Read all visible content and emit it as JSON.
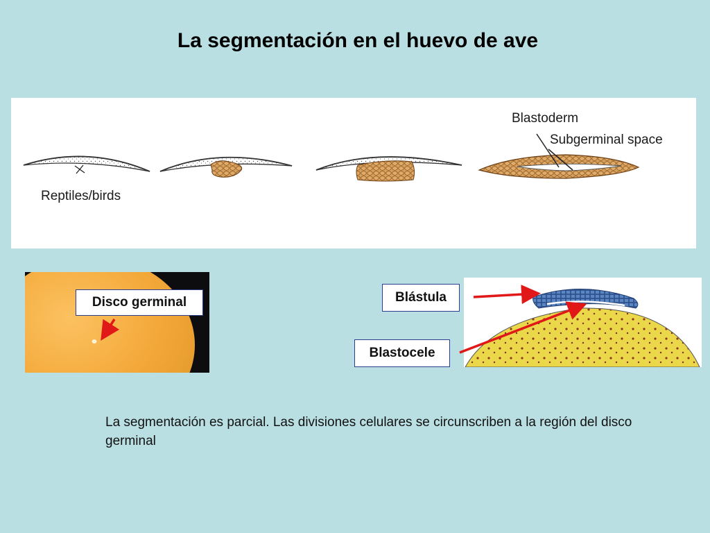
{
  "page": {
    "title": "La segmentación en el huevo de ave",
    "caption": "La segmentación es parcial. Las divisiones celulares se circunscriben a la región del disco germinal"
  },
  "top_figure": {
    "label_group": "Reptiles/birds",
    "label_blastoderm": "Blastoderm",
    "label_subgerminal": "Subgerminal space"
  },
  "left_figure": {
    "callout": "Disco germinal"
  },
  "right_figure": {
    "callout_blastula": "Blástula",
    "callout_blastocele": "Blastocele"
  },
  "colors": {
    "background": "#b9dfe3",
    "cells": "#d9a05a",
    "yolk": "#f5a83a",
    "blastula_yolk": "#ead84a",
    "blastula_cap": "#3b66a8",
    "arrow": "#e01818",
    "callout_border": "#2a3d8f"
  }
}
